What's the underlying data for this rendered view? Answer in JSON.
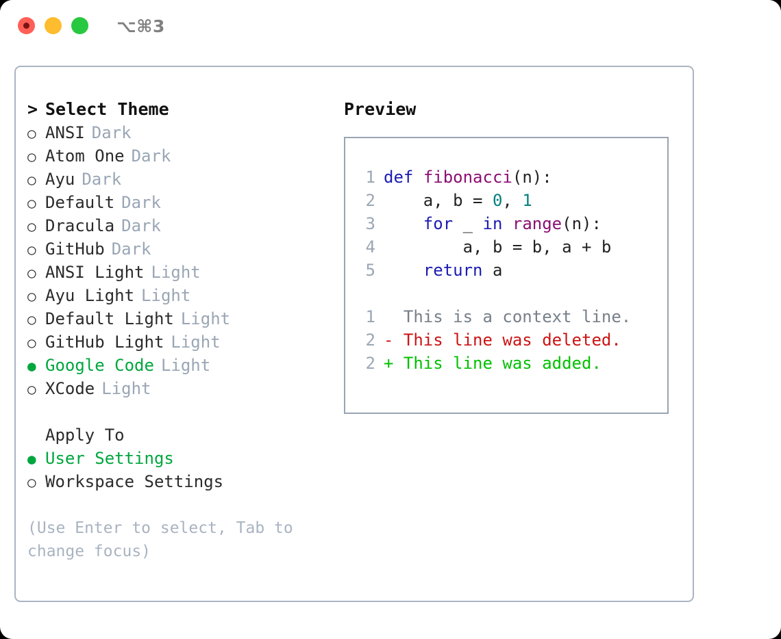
{
  "window": {
    "shortcut_title": "⌥⌘3",
    "traffic_lights": [
      {
        "name": "close",
        "color": "#ff5f56"
      },
      {
        "name": "minimize",
        "color": "#febc2e"
      },
      {
        "name": "maximize",
        "color": "#28c840"
      }
    ]
  },
  "theme_list": {
    "header_caret": ">",
    "header_label": "Select Theme",
    "marker_selected": "●",
    "marker_unselected": "○",
    "accent_color": "#00a63e",
    "items": [
      {
        "label": "ANSI",
        "variant": "Dark",
        "selected": false
      },
      {
        "label": "Atom One",
        "variant": "Dark",
        "selected": false
      },
      {
        "label": "Ayu",
        "variant": "Dark",
        "selected": false
      },
      {
        "label": "Default",
        "variant": "Dark",
        "selected": false
      },
      {
        "label": "Dracula",
        "variant": "Dark",
        "selected": false
      },
      {
        "label": "GitHub",
        "variant": "Dark",
        "selected": false
      },
      {
        "label": "ANSI Light",
        "variant": "Light",
        "selected": false
      },
      {
        "label": "Ayu Light",
        "variant": "Light",
        "selected": false
      },
      {
        "label": "Default Light",
        "variant": "Light",
        "selected": false
      },
      {
        "label": "GitHub Light",
        "variant": "Light",
        "selected": false
      },
      {
        "label": "Google Code",
        "variant": "Light",
        "selected": true
      },
      {
        "label": "XCode",
        "variant": "Light",
        "selected": false
      }
    ]
  },
  "apply_to": {
    "section_label": "Apply To",
    "marker_selected": "●",
    "marker_unselected": "○",
    "items": [
      {
        "label": "User Settings",
        "selected": true
      },
      {
        "label": "Workspace Settings",
        "selected": false
      }
    ]
  },
  "hint": "(Use Enter to select, Tab to change focus)",
  "preview": {
    "title": "Preview",
    "code_lines": [
      {
        "number": "1",
        "tokens": [
          {
            "t": "def",
            "k": "kw"
          },
          {
            "t": " ",
            "k": "plain"
          },
          {
            "t": "fibonacci",
            "k": "fn"
          },
          {
            "t": "(",
            "k": "punct"
          },
          {
            "t": "n",
            "k": "plain"
          },
          {
            "t": "):",
            "k": "punct"
          }
        ]
      },
      {
        "number": "2",
        "tokens": [
          {
            "t": "    a, b = ",
            "k": "plain"
          },
          {
            "t": "0",
            "k": "num"
          },
          {
            "t": ", ",
            "k": "plain"
          },
          {
            "t": "1",
            "k": "num"
          }
        ]
      },
      {
        "number": "3",
        "tokens": [
          {
            "t": "    ",
            "k": "plain"
          },
          {
            "t": "for",
            "k": "kw"
          },
          {
            "t": " _ ",
            "k": "plain"
          },
          {
            "t": "in",
            "k": "kw"
          },
          {
            "t": " ",
            "k": "plain"
          },
          {
            "t": "range",
            "k": "fn"
          },
          {
            "t": "(",
            "k": "punct"
          },
          {
            "t": "n",
            "k": "plain"
          },
          {
            "t": "):",
            "k": "punct"
          }
        ]
      },
      {
        "number": "4",
        "tokens": [
          {
            "t": "        a, b = b, a + b",
            "k": "plain"
          }
        ]
      },
      {
        "number": "5",
        "tokens": [
          {
            "t": "    ",
            "k": "plain"
          },
          {
            "t": "return",
            "k": "kw"
          },
          {
            "t": " a",
            "k": "plain"
          }
        ]
      }
    ],
    "diff_lines": [
      {
        "number": "1",
        "sign": " ",
        "text": " This is a context line.",
        "kind": "ctx"
      },
      {
        "number": "2",
        "sign": "-",
        "text": " This line was deleted.",
        "kind": "del"
      },
      {
        "number": "2",
        "sign": "+",
        "text": " This line was added.",
        "kind": "add"
      }
    ],
    "syntax_colors": {
      "keyword": "#1b1bb3",
      "function": "#8b0f73",
      "number": "#058080",
      "plain": "#222222",
      "line_number": "#9aa6b5",
      "diff_context": "#777f89",
      "diff_deleted": "#cc1414",
      "diff_added": "#00c000"
    }
  }
}
